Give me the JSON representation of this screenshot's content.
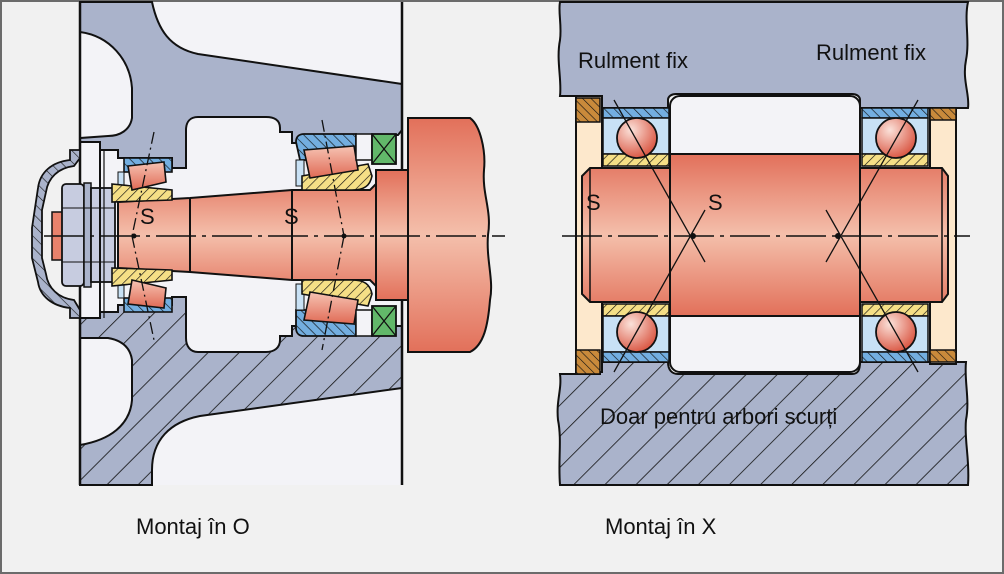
{
  "diagram": {
    "left_panel": {
      "caption": "Montaj în O",
      "center_markers": [
        "S",
        "S"
      ]
    },
    "right_panel": {
      "caption": "Montaj în X",
      "label_left_bearing": "Rulment fix",
      "label_right_bearing": "Rulment fix",
      "note": "Doar pentru arbori scurți",
      "center_markers": [
        "S",
        "S"
      ]
    },
    "colors": {
      "housing": "#aab3cb",
      "shaft": "#e8826c",
      "shaft_light": "#f3bba8",
      "outer_ring": "#73aee0",
      "inner_ring": "#f5df86",
      "cage": "#c8e1f5",
      "seal": "#62b86a",
      "spacer": "#c98a3b",
      "spacer_light": "#fde8cc",
      "background_cavity": "#f3f3f7",
      "frame": "#6b6b6b"
    }
  }
}
